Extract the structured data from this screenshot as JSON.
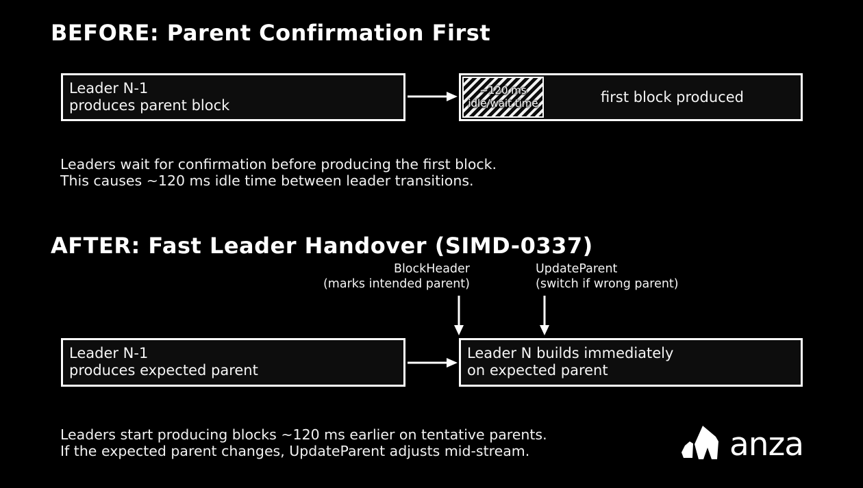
{
  "before": {
    "title": "BEFORE: Parent Confirmation First",
    "leader_box": {
      "line1": "Leader N-1",
      "line2": "produces parent block"
    },
    "idle_segment": {
      "line1": "~120 ms",
      "line2": "idle/wait time"
    },
    "block_label": "first block produced",
    "caption": {
      "line1": "Leaders wait for confirmation before producing the first block.",
      "line2": "This causes ~120 ms idle time between leader transitions."
    }
  },
  "after": {
    "title": "AFTER: Fast Leader Handover (SIMD-0337)",
    "block_header_note": {
      "line1": "BlockHeader",
      "line2": "(marks intended parent)"
    },
    "update_parent_note": {
      "line1": "UpdateParent",
      "line2": "(switch if wrong parent)"
    },
    "leader_box": {
      "line1": "Leader N-1",
      "line2": "produces expected parent"
    },
    "builder_box": {
      "line1": "Leader N builds immediately",
      "line2": "on expected parent"
    },
    "caption": {
      "line1": "Leaders start producing blocks ~120 ms earlier on tentative parents.",
      "line2": "If the expected parent changes, UpdateParent adjusts mid-stream."
    }
  },
  "logo": {
    "text": "anza"
  },
  "colors": {
    "background": "#000000",
    "box_fill": "#0d0d0d",
    "stroke": "#ffffff",
    "text": "#f5f5f5"
  }
}
